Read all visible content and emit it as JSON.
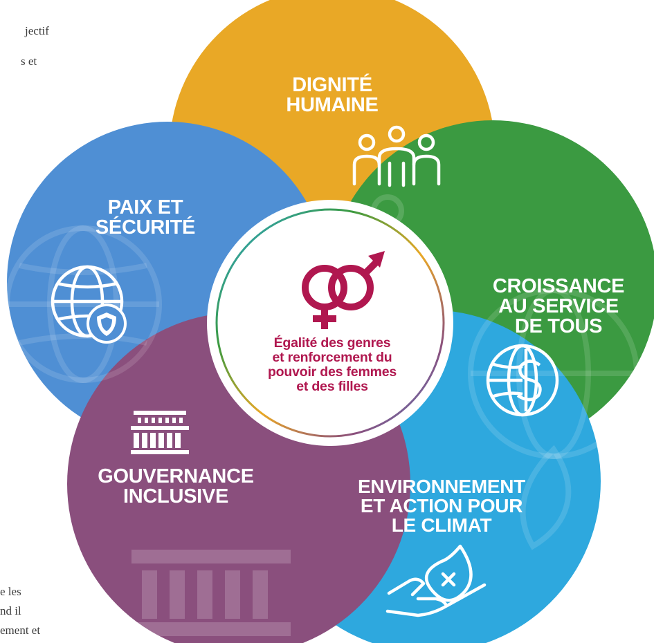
{
  "background_text": {
    "top": [
      "jectif",
      "s et"
    ],
    "bottom": [
      "e les",
      "nd il",
      "ement et"
    ]
  },
  "colors": {
    "dignite": "#e9a826",
    "paix": "#4f8fd4",
    "croissance": "#3b9a41",
    "gouvernance": "#8a4f7d",
    "environnement": "#2ea8de",
    "center_text": "#b0174f"
  },
  "center": {
    "icon": "gender-symbols-icon",
    "lines": [
      "Égalité des genres",
      "et renforcement du",
      "pouvoir des femmes",
      "et des filles"
    ]
  },
  "pillars": {
    "dignite": {
      "lines": [
        "DIGNITÉ",
        "HUMAINE"
      ],
      "icon": "people-group-icon"
    },
    "paix": {
      "lines": [
        "PAIX ET",
        "SÉCURITÉ"
      ],
      "icon": "globe-shield-icon"
    },
    "croissance": {
      "lines": [
        "CROISSANCE",
        "AU SERVICE",
        "DE TOUS"
      ],
      "icon": "globe-dollar-icon"
    },
    "gouvernance": {
      "lines": [
        "GOUVERNANCE",
        "INCLUSIVE"
      ],
      "icon": "building-columns-icon"
    },
    "environnement": {
      "lines": [
        "ENVIRONNEMENT",
        "ET ACTION POUR",
        "LE CLIMAT"
      ],
      "icon": "hand-leaf-icon"
    }
  }
}
